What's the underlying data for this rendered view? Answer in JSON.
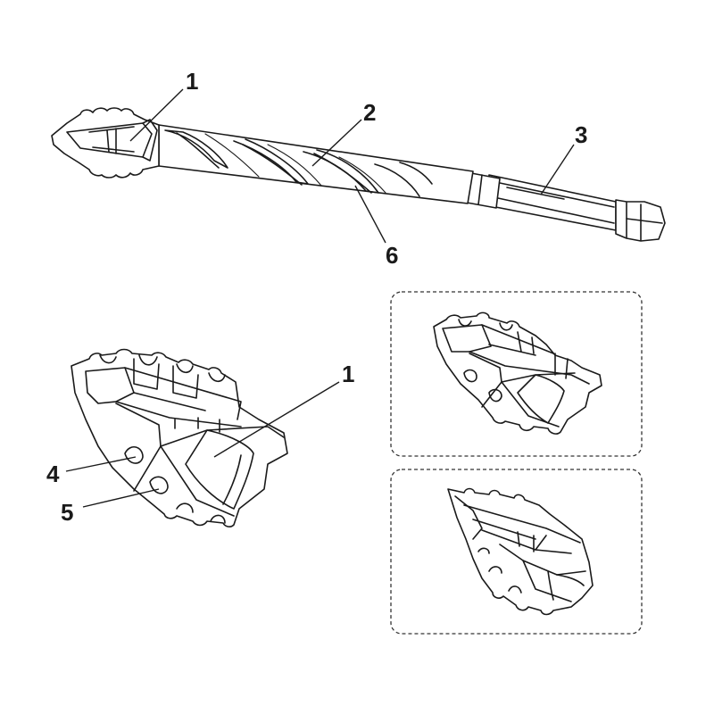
{
  "colors": {
    "line": "#1a1a1a",
    "background": "#ffffff",
    "frame": "#333333"
  },
  "callouts": {
    "main_1": "1",
    "main_2": "2",
    "main_3": "3",
    "main_6": "6",
    "detail_1": "1",
    "detail_4": "4",
    "detail_5": "5"
  }
}
